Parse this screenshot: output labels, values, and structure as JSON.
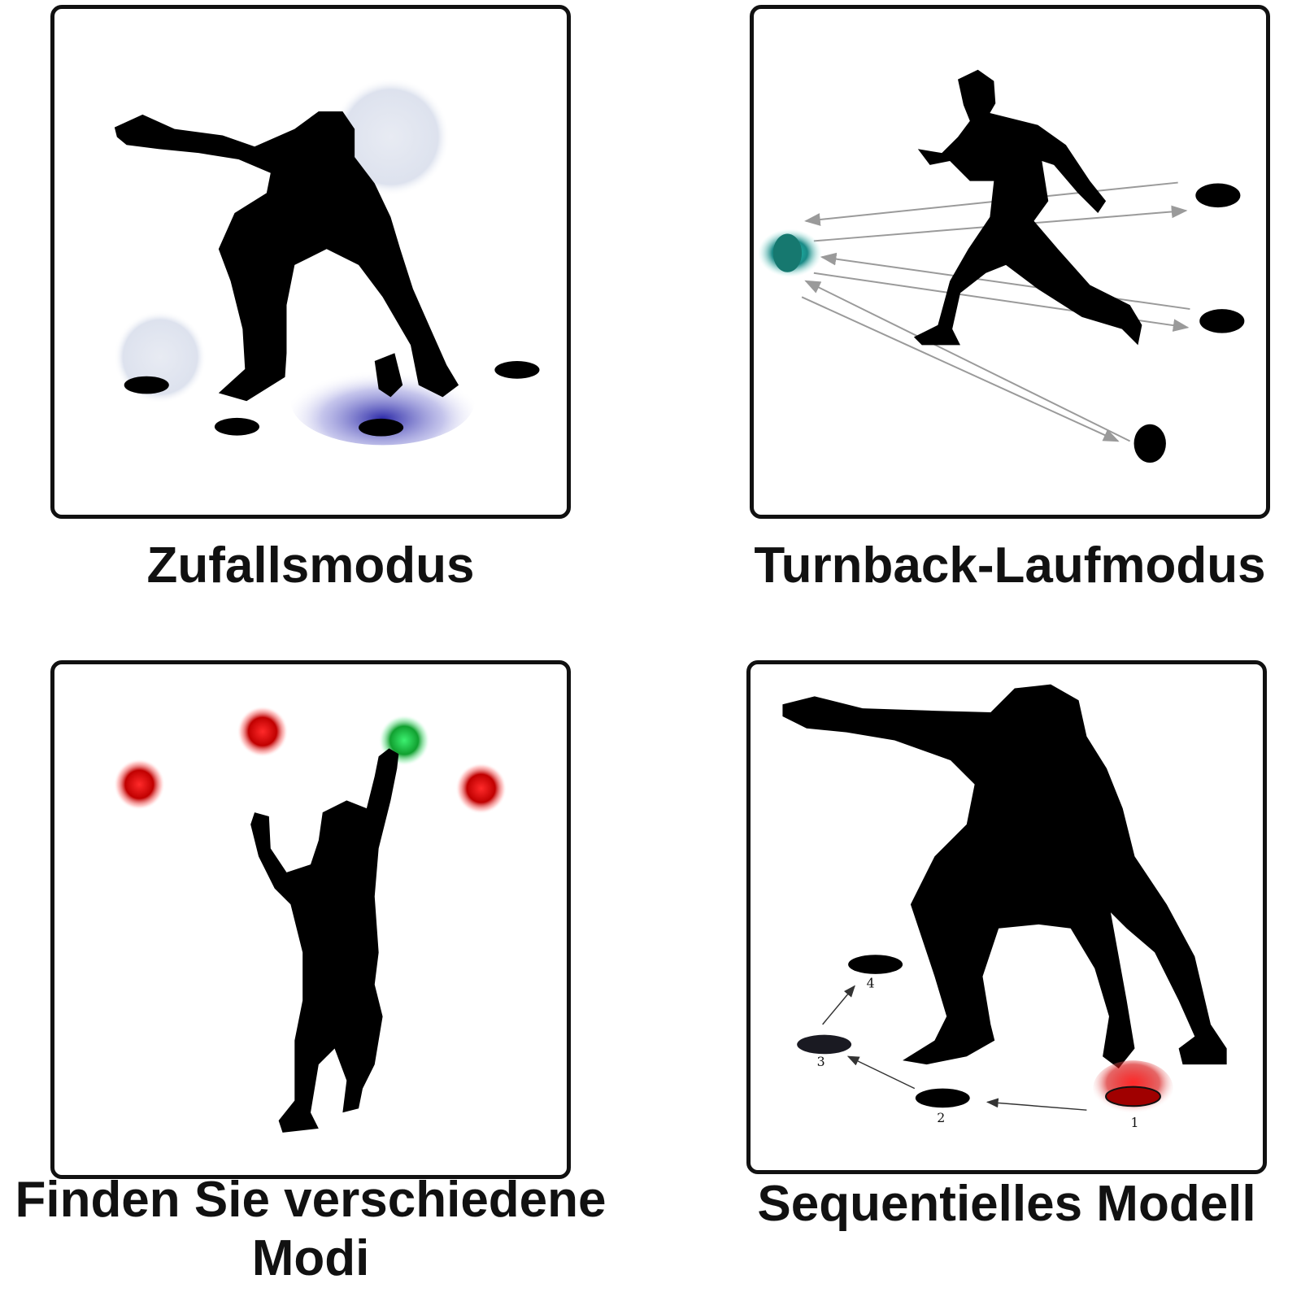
{
  "panels": [
    {
      "caption": "Zufallsmodus"
    },
    {
      "caption": "Turnback-Laufmodus"
    },
    {
      "caption_line1": "Finden Sie verschiedene",
      "caption_line2": "Modi"
    },
    {
      "caption": "Sequentielles Modell",
      "sequence_labels": [
        "1",
        "2",
        "3",
        "4"
      ]
    }
  ],
  "colors": {
    "border": "#111111",
    "silhouette": "#000000",
    "pad_off": "#000000",
    "glow_blue": "#2c2aa8",
    "glow_cyan": "#1fd3c0",
    "light_red": "#d40000",
    "light_green": "#11c040",
    "arrow_gray": "#9a9a9a"
  },
  "icons": [
    "crouching-player-icon",
    "running-player-icon",
    "jumping-child-icon",
    "light-pad-icon"
  ]
}
